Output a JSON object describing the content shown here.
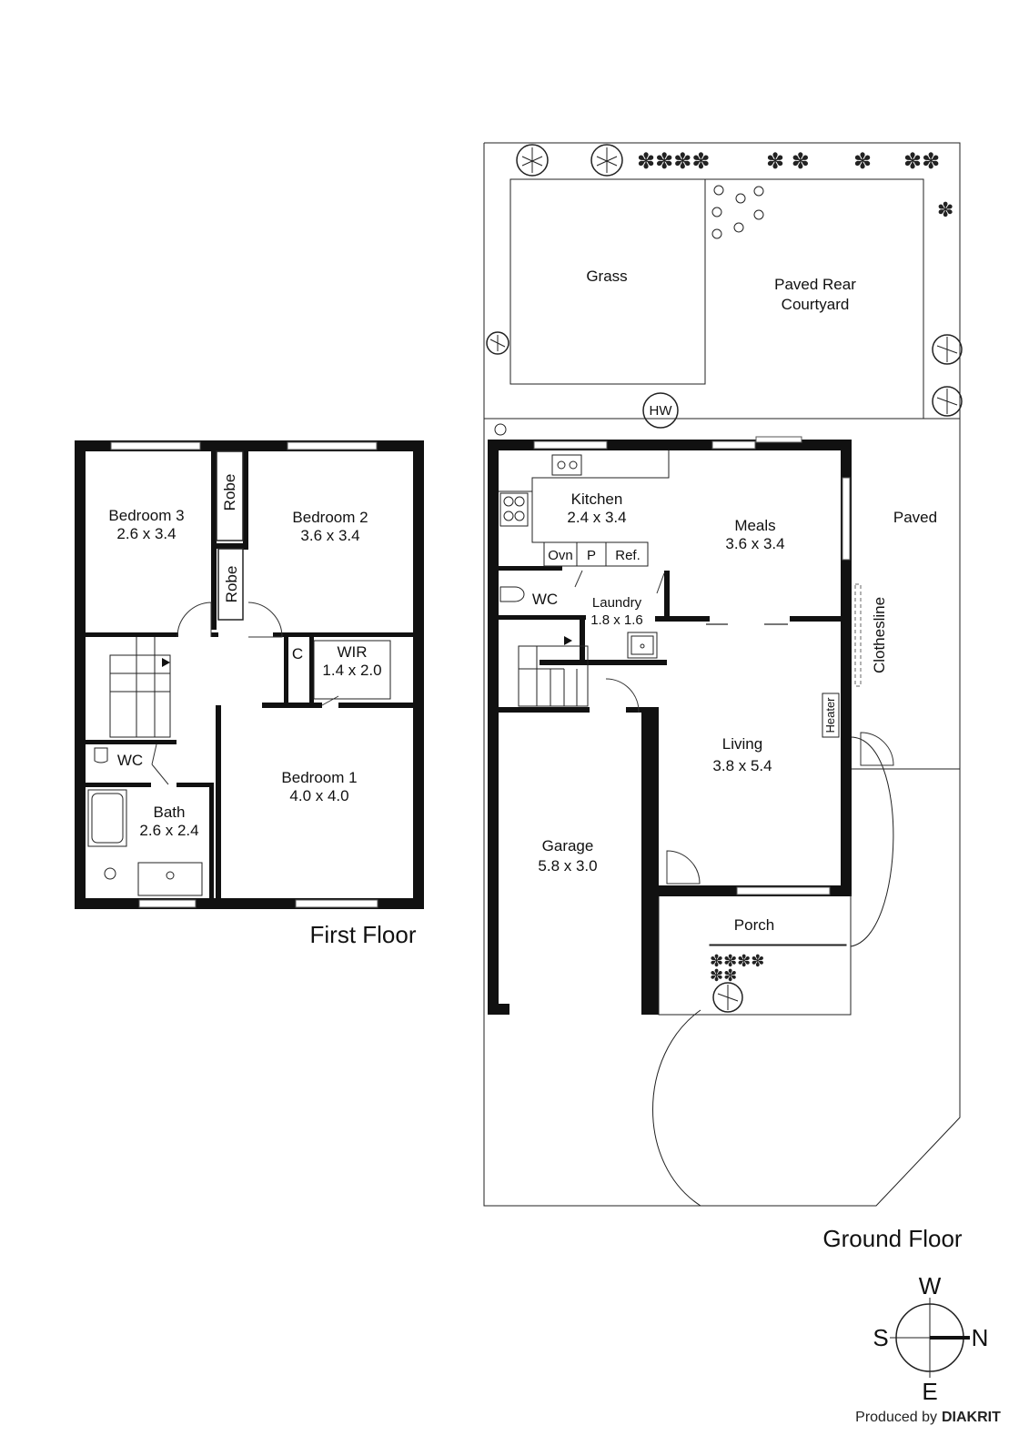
{
  "floors": {
    "first": {
      "title": "First Floor",
      "rooms": {
        "bedroom3": {
          "name": "Bedroom 3",
          "dims": "2.6 x 3.4"
        },
        "bedroom2": {
          "name": "Bedroom 2",
          "dims": "3.6 x 3.4"
        },
        "bedroom1": {
          "name": "Bedroom 1",
          "dims": "4.0 x 4.0"
        },
        "bath": {
          "name": "Bath",
          "dims": "2.6 x 2.4"
        },
        "wir": {
          "name": "WIR",
          "dims": "1.4 x 2.0"
        },
        "wc": {
          "name": "WC"
        },
        "cupboard": {
          "name": "C"
        },
        "robe1": {
          "name": "Robe"
        },
        "robe2": {
          "name": "Robe"
        }
      }
    },
    "ground": {
      "title": "Ground Floor",
      "rooms": {
        "grass": {
          "name": "Grass"
        },
        "courtyard": {
          "name": "Paved Rear",
          "name2": "Courtyard"
        },
        "hw": {
          "name": "HW"
        },
        "kitchen": {
          "name": "Kitchen",
          "dims": "2.4 x 3.4"
        },
        "meals": {
          "name": "Meals",
          "dims": "3.6 x 3.4"
        },
        "paved": {
          "name": "Paved"
        },
        "laundry": {
          "name": "Laundry",
          "dims": "1.8 x 1.6"
        },
        "wc": {
          "name": "WC"
        },
        "living": {
          "name": "Living",
          "dims": "3.8 x 5.4"
        },
        "garage": {
          "name": "Garage",
          "dims": "5.8 x 3.0"
        },
        "porch": {
          "name": "Porch"
        },
        "clothesline": {
          "name": "Clothesline"
        },
        "heater": {
          "name": "Heater"
        },
        "oven": {
          "name": "Ovn"
        },
        "pantry": {
          "name": "P"
        },
        "fridge": {
          "name": "Ref."
        }
      }
    }
  },
  "compass": {
    "north": "N",
    "south": "S",
    "east": "E",
    "west": "W"
  },
  "credit": {
    "text": "Produced by",
    "brand": "DIAKRIT"
  }
}
